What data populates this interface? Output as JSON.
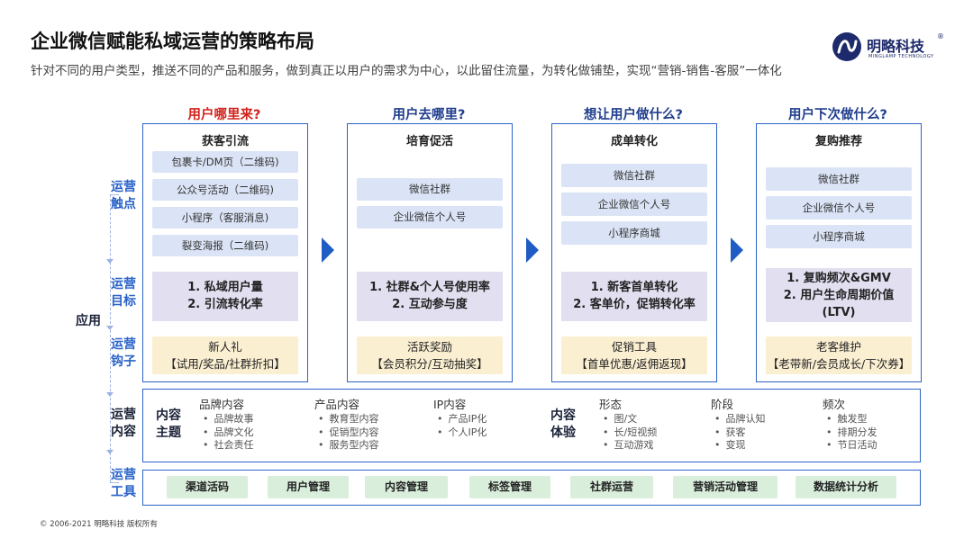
{
  "header": {
    "title": "企业微信赋能私域运营的策略布局",
    "subtitle": "针对不同的用户类型，推送不同的产品和服务，做到真正以用户的需求为中心，以此留住流量，为转化做铺垫，实现“营销-销售-客服”一体化"
  },
  "logo": {
    "name": "明略科技",
    "reg": "®",
    "tagline": "MINGLAMP TECHNOLOGY"
  },
  "side_labels": {
    "touchpoint": [
      "运营",
      "触点"
    ],
    "goal": [
      "运营",
      "目标"
    ],
    "hook": [
      "运营",
      "钩子"
    ],
    "application": "应用",
    "content": [
      "运营",
      "内容"
    ],
    "tools": [
      "运营",
      "工具"
    ]
  },
  "stages": [
    {
      "question": "用户哪里来?",
      "title": "获客引流",
      "touchpoints": [
        "包裹卡/DM页（二维码)",
        "公众号活动（二维码)",
        "小程序（客服消息)",
        "裂变海报（二维码)"
      ],
      "goals": [
        "1. 私域用户量",
        "2. 引流转化率"
      ],
      "hook": [
        "新人礼",
        "【试用/奖品/社群折扣】"
      ]
    },
    {
      "question": "用户去哪里?",
      "title": "培育促活",
      "touchpoints": [
        "微信社群",
        "企业微信个人号"
      ],
      "goals": [
        "1. 社群&个人号使用率",
        "2. 互动参与度"
      ],
      "hook": [
        "活跃奖励",
        "【会员积分/互动抽奖】"
      ]
    },
    {
      "question": "想让用户做什么?",
      "title": "成单转化",
      "touchpoints": [
        "微信社群",
        "企业微信个人号",
        "小程序商城"
      ],
      "goals": [
        "1. 新客首单转化",
        "2. 客单价，促销转化率"
      ],
      "hook": [
        "促销工具",
        "【首单优惠/返佣返现】"
      ]
    },
    {
      "question": "用户下次做什么?",
      "title": "复购推荐",
      "touchpoints": [
        "微信社群",
        "企业微信个人号",
        "小程序商城"
      ],
      "goals": [
        "1. 复购频次&GMV",
        "2. 用户生命周期价值",
        "(LTV)"
      ],
      "hook": [
        "老客维护",
        "【老带新/会员成长/下次券】"
      ]
    }
  ],
  "content": {
    "theme_label": [
      "内容",
      "主题"
    ],
    "experience_label": [
      "内容",
      "体验"
    ],
    "groups": [
      {
        "head": "品牌内容",
        "items": [
          "品牌故事",
          "品牌文化",
          "社会责任"
        ]
      },
      {
        "head": "产品内容",
        "items": [
          "教育型内容",
          "促销型内容",
          "服务型内容"
        ]
      },
      {
        "head": "IP内容",
        "items": [
          "产品IP化",
          "个人IP化"
        ]
      },
      {
        "head": "形态",
        "items": [
          "图/文",
          "长/短视频",
          "互动游戏"
        ]
      },
      {
        "head": "阶段",
        "items": [
          "品牌认知",
          "获客",
          "变现"
        ]
      },
      {
        "head": "频次",
        "items": [
          "触发型",
          "排期分发",
          "节日活动"
        ]
      }
    ]
  },
  "tools": [
    "渠道活码",
    "用户管理",
    "内容管理",
    "标签管理",
    "社群运营",
    "营销活动管理",
    "数据统计分析"
  ],
  "footer": "© 2006-2021 明略科技 版权所有",
  "colors": {
    "accent_blue": "#2a62c8",
    "question_red": "#d2231c",
    "question_blue": "#1f3d8c",
    "chip": "#dbe4f6",
    "goal": "#e2dff0",
    "hook": "#fbefd2",
    "tool": "#d9efdc"
  }
}
